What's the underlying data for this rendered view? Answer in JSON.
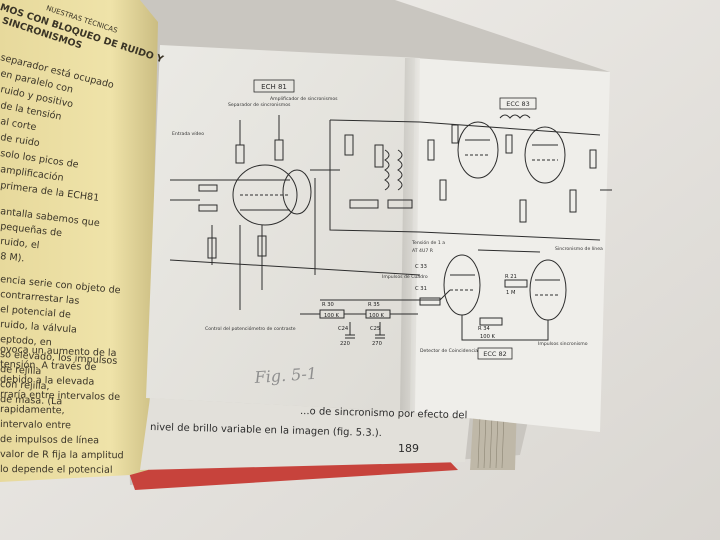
{
  "book": {
    "left_page": {
      "header": "NUESTRAS TÉCNICAS",
      "heading_lines": [
        "MOS CON BLOQUEO DE RUIDO Y",
        "SINCRONISMOS"
      ],
      "body_lines": [
        "separador está ocupado",
        "en paralelo con",
        "ruido y positivo",
        "de la tensión",
        "al corte",
        "de ruido",
        "solo los picos de",
        "amplificación",
        "primera de la ECH81",
        "",
        "antalla sabemos que",
        "pequeñas de",
        "ruido, el",
        "8 M).",
        "",
        "encia serie con objeto de",
        "contrarrestar las",
        "el potencial de",
        "ruido, la válvula",
        "eptodo, en",
        "so elevado, los impulsos",
        "de rejilla",
        "con rejilla,",
        "de masa. (La",
        "",
        "ovoca un aumento de la",
        "tensión. A través de",
        "debido a la elevada",
        "rraría entre intervalos de",
        "rapidamente,",
        "intervalo entre",
        "de impulsos de línea",
        "valor de R fija la amplitud",
        "lo depende el potencial"
      ]
    },
    "right_page": {
      "footer_lines": [
        "...o de sincronismo por efecto del",
        "nivel de brillo variable en la imagen (fig. 5.3.)."
      ],
      "page_number": "189",
      "handwritten_note": "Fig. 5-1"
    },
    "schematic": {
      "tube_labels": [
        "ECH 81",
        "ECC 83",
        "ECC 82"
      ],
      "notes": [
        "Entrada vídeo",
        "Separador de sincronismos",
        "Amplificador de sincronismos",
        "Control del potenciómetro de contraste",
        "Impulsos de Cuadro",
        "Detector de Coincidencia",
        "Impulsos sincronismo",
        "Sincronismo de línea",
        "Tensión de 1 a",
        "AT 4U7 R"
      ],
      "component_labels": [
        "R 30",
        "100 K",
        "R 35",
        "100 K",
        "C24",
        "C25",
        "220",
        "270",
        "C 33",
        "C 31",
        "R 34",
        "100 K",
        "R 21",
        "1 M"
      ]
    }
  }
}
